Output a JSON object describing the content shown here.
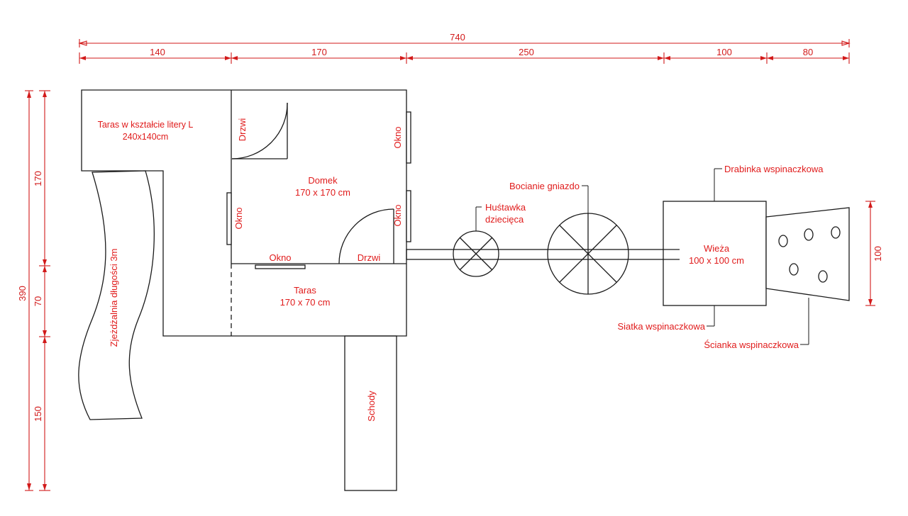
{
  "dimensions": {
    "top_total": "740",
    "top_segments": [
      "140",
      "170",
      "250",
      "100",
      "80"
    ],
    "left_total": "390",
    "left_segments": [
      "170",
      "70",
      "150"
    ],
    "tower_right": "100"
  },
  "labels": {
    "l_terrace": "Taras w kształcie litery L",
    "l_terrace_size": "240x140cm",
    "door_top": "Drzwi",
    "window_right_top": "Okno",
    "house": "Domek",
    "house_size": "170 x 170 cm",
    "window_left": "Okno",
    "window_right_bottom": "Okno",
    "door_bottom": "Drzwi",
    "window_bottom": "Okno",
    "terrace": "Taras",
    "terrace_size": "170 x 70 cm",
    "slide": "Zjeżdżalnia długości 3m",
    "stairs": "Schody",
    "swing_line1": "Huśtawka",
    "swing_line2": "dziecięca",
    "stork_nest": "Bocianie gniazdo",
    "tower": "Wieża",
    "tower_size": "100 x 100 cm",
    "ladder": "Drabinka wspinaczkowa",
    "net": "Siatka wspinaczkowa",
    "wall": "Ścianka wspinaczkowa"
  },
  "colors": {
    "annotation": "#e01b1b",
    "dimension": "#d21a1a",
    "outline": "#1a1a1a"
  }
}
